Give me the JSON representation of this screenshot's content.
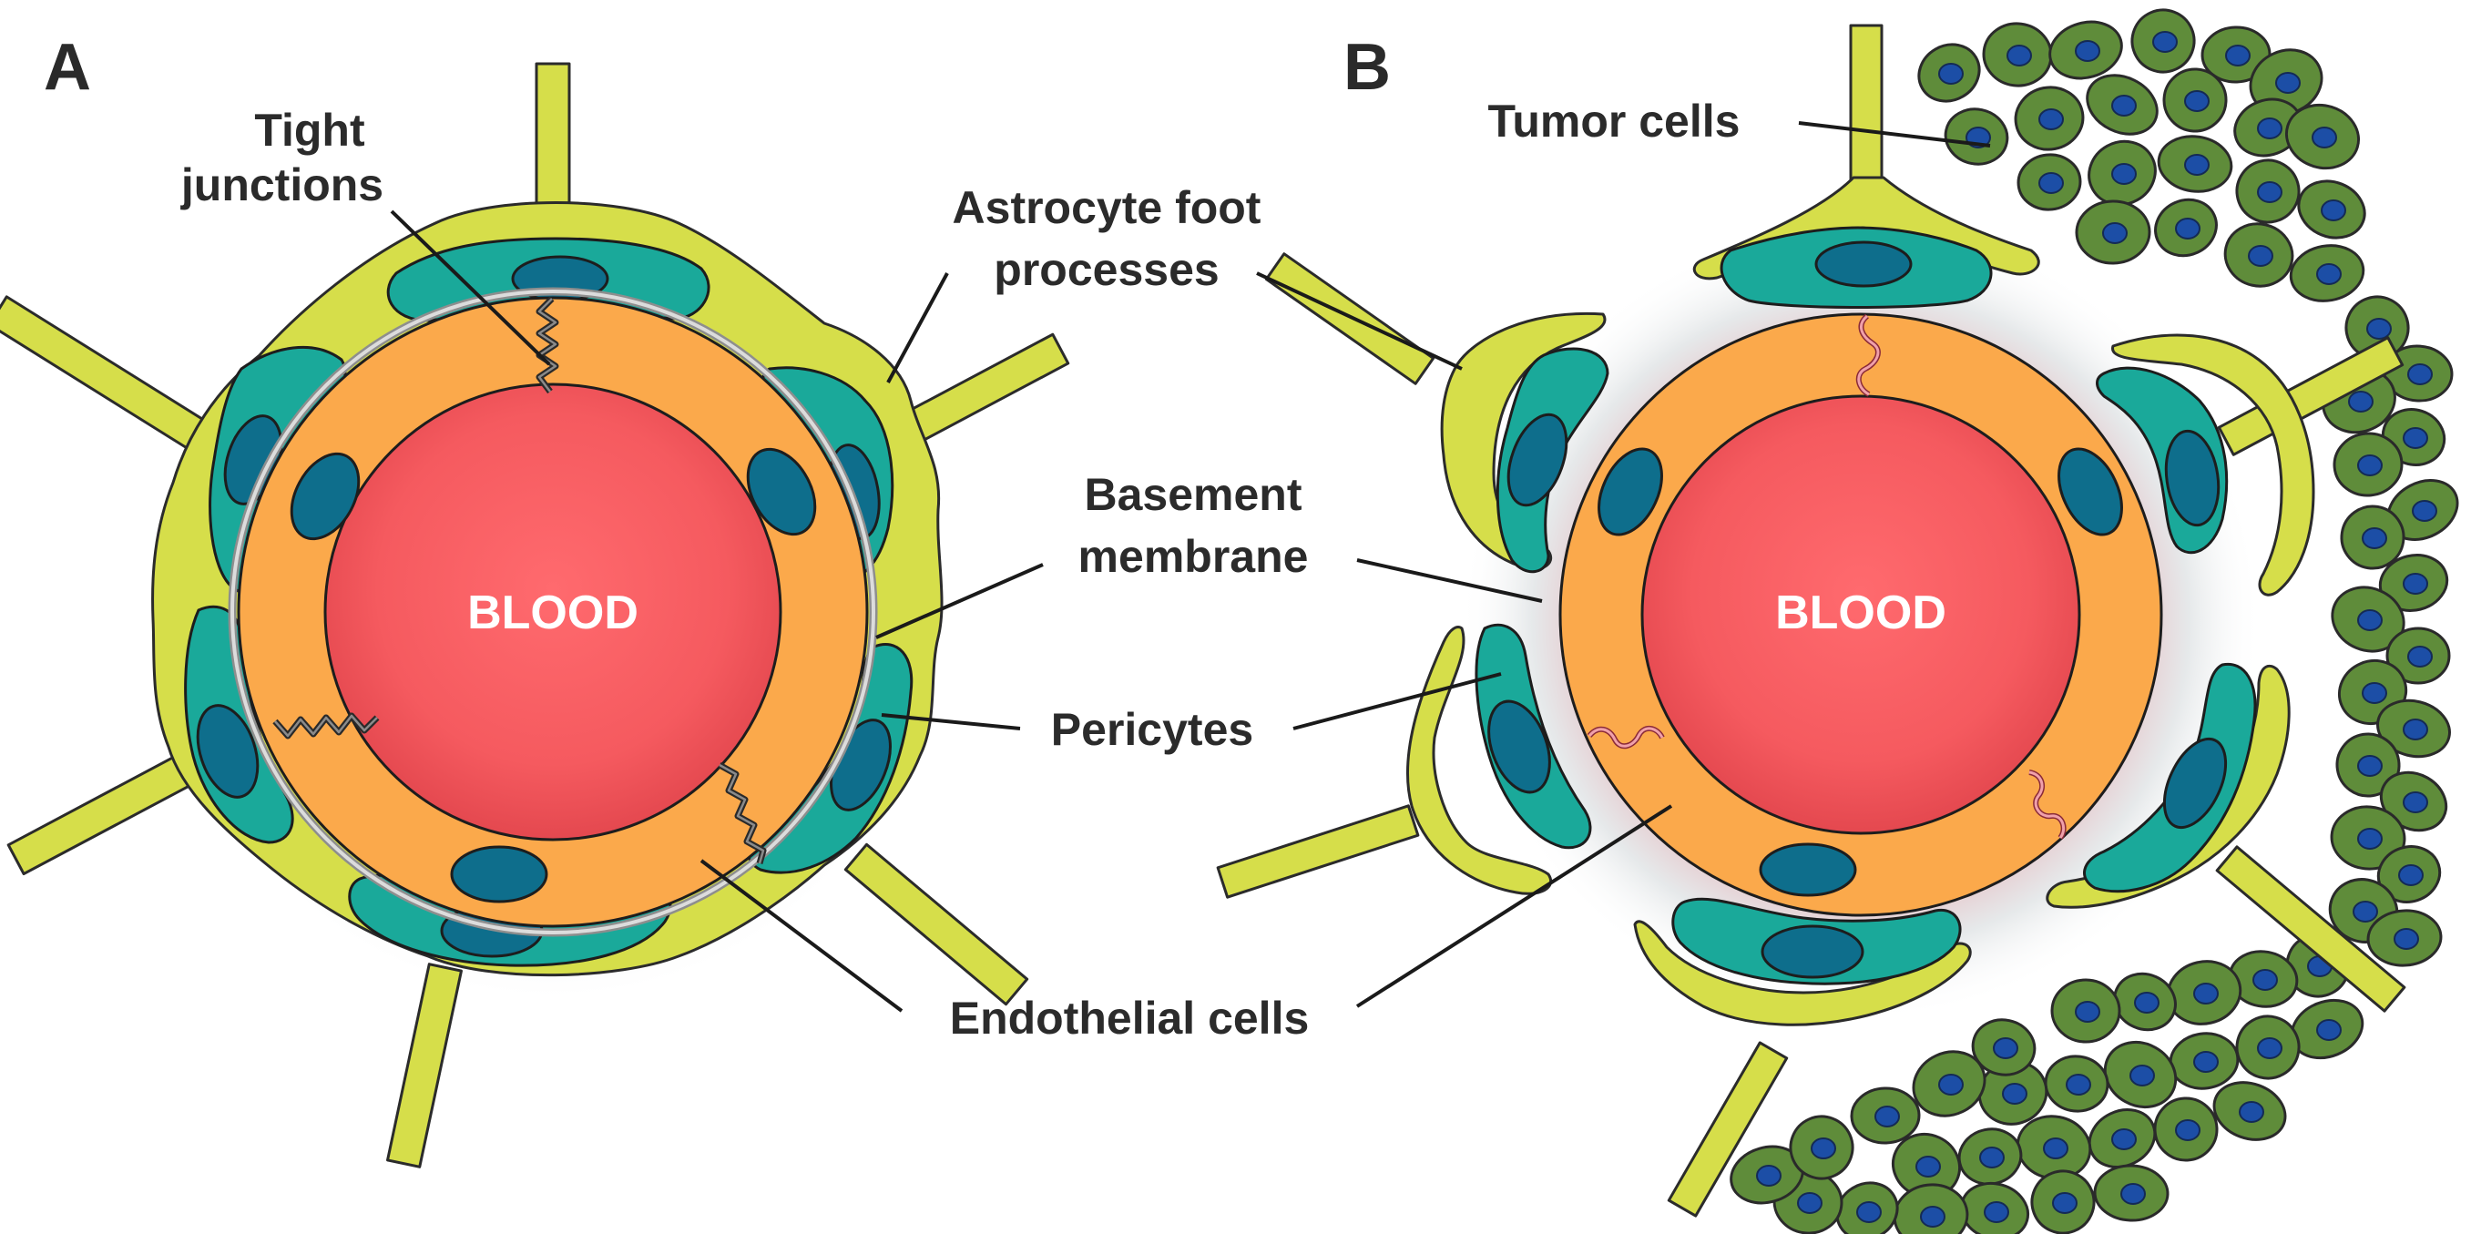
{
  "panels": {
    "a": {
      "letter": "A",
      "blood_label": "BLOOD"
    },
    "b": {
      "letter": "B",
      "blood_label": "BLOOD"
    }
  },
  "labels": {
    "tight_junctions_line1": "Tight",
    "tight_junctions_line2": "junctions",
    "astrocyte_line1": "Astrocyte foot",
    "astrocyte_line2": "processes",
    "basement_line1": "Basement",
    "basement_line2": "membrane",
    "pericytes": "Pericytes",
    "endothelial": "Endothelial cells",
    "tumor": "Tumor cells"
  },
  "colors": {
    "astrocyte": "#d6de4a",
    "pericyte": "#1aa99a",
    "nucleus": "#0e6e8c",
    "endothelium": "#fba94b",
    "blood": "#f25a5e",
    "tumor_cell": "#5f8c3a",
    "tumor_nucleus": "#1c4ea6"
  }
}
